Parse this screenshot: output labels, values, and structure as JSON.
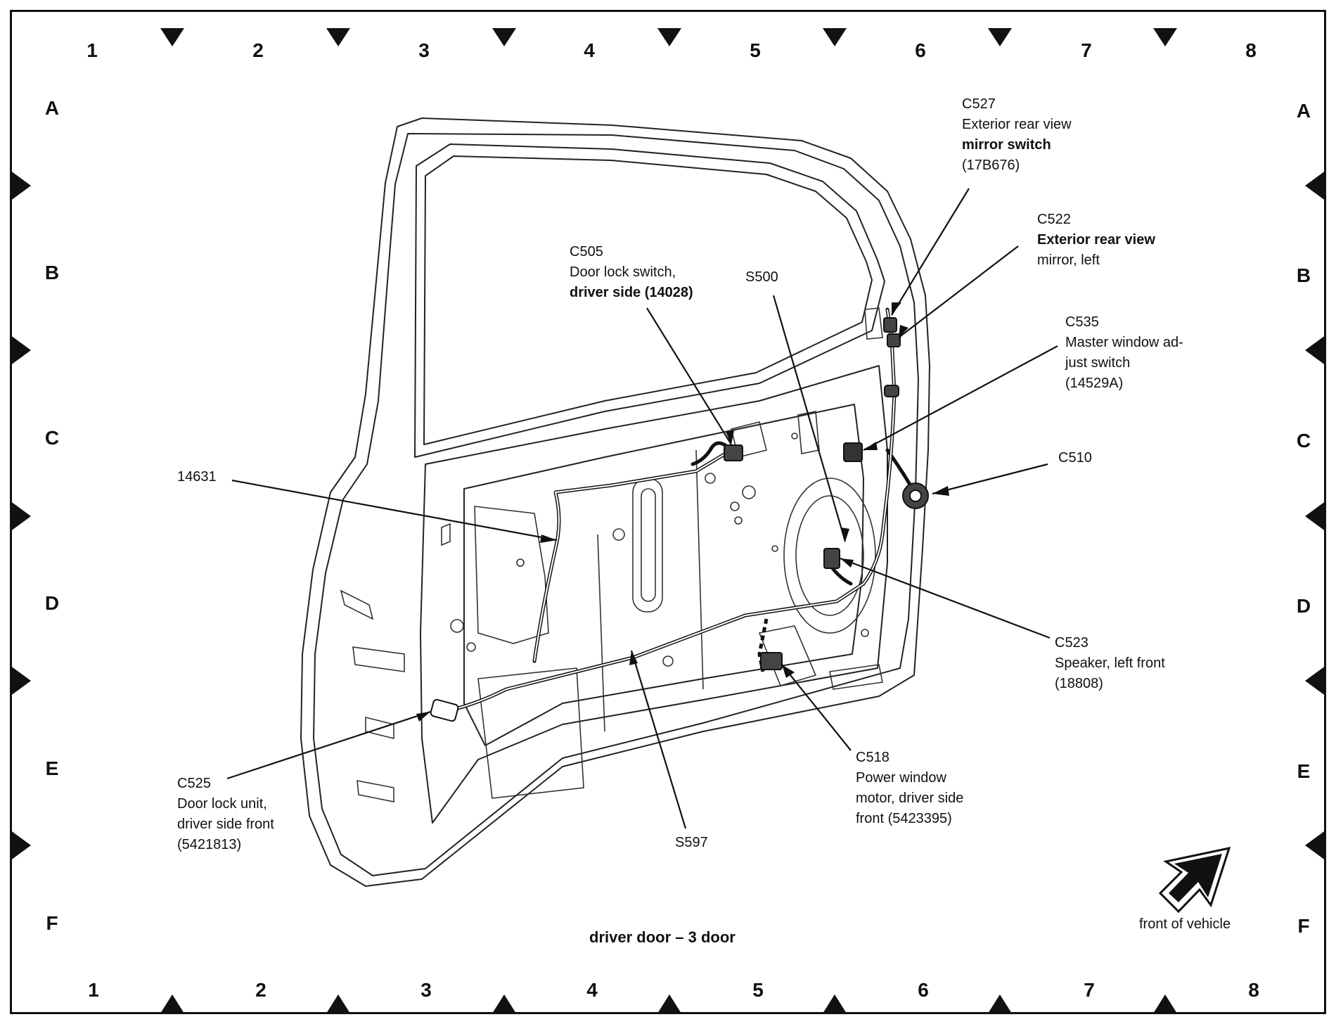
{
  "grid": {
    "columns": [
      "1",
      "2",
      "3",
      "4",
      "5",
      "6",
      "7",
      "8"
    ],
    "rows": [
      "A",
      "B",
      "C",
      "D",
      "E",
      "F"
    ]
  },
  "labels": {
    "c527": {
      "code": "C527",
      "line1": "Exterior rear view",
      "line2": "mirror switch",
      "line3": "(17B676)"
    },
    "c522": {
      "code": "C522",
      "line1": "Exterior rear view",
      "line2": "mirror, left"
    },
    "c505": {
      "code": "C505",
      "line1": "Door lock switch,",
      "line2": "driver side (14028)"
    },
    "s500": {
      "code": "S500"
    },
    "c535": {
      "code": "C535",
      "line1": "Master window ad-",
      "line2": "just switch",
      "line3": "(14529A)"
    },
    "c510": {
      "code": "C510"
    },
    "w14631": {
      "code": "14631"
    },
    "c523": {
      "code": "C523",
      "line1": "Speaker, left front",
      "line2": "(18808)"
    },
    "c518": {
      "code": "C518",
      "line1": "Power window",
      "line2": "motor, driver side",
      "line3": "front (5423395)"
    },
    "c525": {
      "code": "C525",
      "line1": "Door lock unit,",
      "line2": "driver side front",
      "line3": "(5421813)"
    },
    "s597": {
      "code": "S597"
    }
  },
  "title": "driver door – 3 door",
  "front_of_vehicle": "front of vehicle"
}
